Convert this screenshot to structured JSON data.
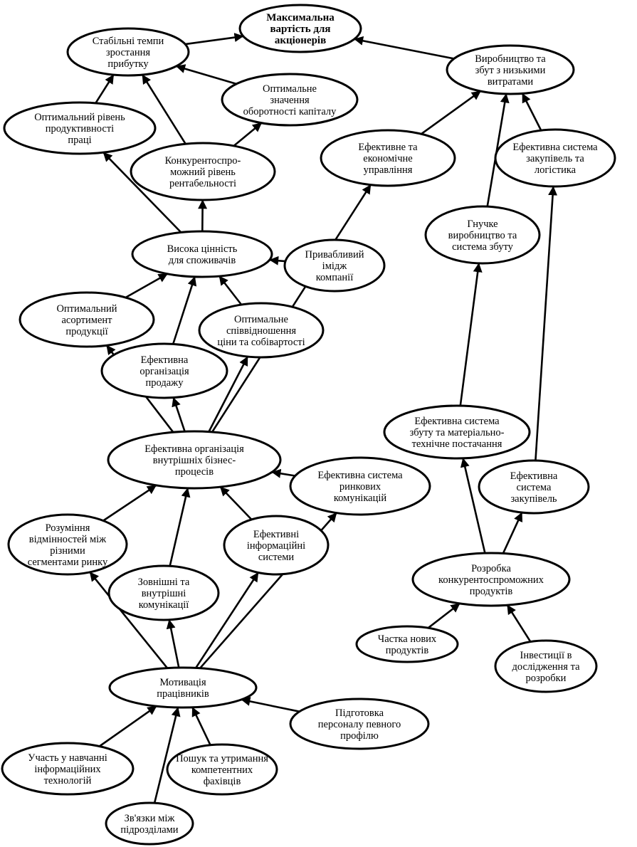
{
  "diagram": {
    "nodes": [
      {
        "id": "max-value",
        "lines": [
          "Максимальна",
          "вартість для",
          "акціонерів"
        ],
        "bold": true
      },
      {
        "id": "stable-profit",
        "lines": [
          "Стабільні темпи",
          "зростання",
          "прибутку"
        ]
      },
      {
        "id": "low-cost-production",
        "lines": [
          "Виробництво та",
          "збут з низькими",
          "витратами"
        ]
      },
      {
        "id": "capital-turnover",
        "lines": [
          "Оптимальне",
          "значення",
          "оборотності капіталу"
        ]
      },
      {
        "id": "labor-productivity",
        "lines": [
          "Оптимальний рівень",
          "продуктивності",
          "праці"
        ]
      },
      {
        "id": "competitive-profitability",
        "lines": [
          "Конкурентоспро-",
          "можний рівень",
          "рентабельності"
        ]
      },
      {
        "id": "effective-management",
        "lines": [
          "Ефективне та",
          "економічне",
          "управління"
        ]
      },
      {
        "id": "procurement-logistics",
        "lines": [
          "Ефективна система",
          "закупівель та",
          "логістика"
        ]
      },
      {
        "id": "flexible-production",
        "lines": [
          "Гнучке",
          "виробництво та",
          "система збуту"
        ]
      },
      {
        "id": "customer-value",
        "lines": [
          "Висока цінність",
          "для споживачів"
        ]
      },
      {
        "id": "company-image",
        "lines": [
          "Привабливий",
          "імідж",
          "компанії"
        ]
      },
      {
        "id": "optimal-assortment",
        "lines": [
          "Оптимальний",
          "асортимент",
          "продукції"
        ]
      },
      {
        "id": "price-cost-ratio",
        "lines": [
          "Оптимальне",
          "співвідношення",
          "ціни та собівартості"
        ]
      },
      {
        "id": "sales-organization",
        "lines": [
          "Ефективна",
          "організація",
          "продажу"
        ]
      },
      {
        "id": "internal-processes",
        "lines": [
          "Ефективна організація",
          "внутрішніх бізнес-",
          "процесів"
        ]
      },
      {
        "id": "sales-supply-system",
        "lines": [
          "Ефективна система",
          "збуту та матеріально-",
          "технічне постачання"
        ]
      },
      {
        "id": "market-communications",
        "lines": [
          "Ефективна система",
          "ринкових",
          "комунікацій"
        ]
      },
      {
        "id": "procurement-system",
        "lines": [
          "Ефективна",
          "система",
          "закупівель"
        ]
      },
      {
        "id": "market-segments",
        "lines": [
          "Розуміння",
          "відмінностей між",
          "різними",
          "сегментами ринку"
        ]
      },
      {
        "id": "information-systems",
        "lines": [
          "Ефективні",
          "інформаційні",
          "системи"
        ]
      },
      {
        "id": "communications",
        "lines": [
          "Зовнішні та",
          "внутрішні",
          "комунікації"
        ]
      },
      {
        "id": "competitive-products",
        "lines": [
          "Розробка",
          "конкурентоспроможних",
          "продуктів"
        ]
      },
      {
        "id": "new-products-share",
        "lines": [
          "Частка нових",
          "продуктів"
        ]
      },
      {
        "id": "rd-investment",
        "lines": [
          "Інвестиції в",
          "дослідження та",
          "розробки"
        ]
      },
      {
        "id": "staff-motivation",
        "lines": [
          "Мотивація",
          "працівників"
        ]
      },
      {
        "id": "staff-training",
        "lines": [
          "Підготовка",
          "персоналу певного",
          "профілю"
        ]
      },
      {
        "id": "it-training",
        "lines": [
          "Участь у навчанні",
          "інформаційних",
          "технологій"
        ]
      },
      {
        "id": "talent-retention",
        "lines": [
          "Пошук та утримання",
          "компетентних",
          "фахівців"
        ]
      },
      {
        "id": "department-links",
        "lines": [
          "Зв'язки між",
          "підрозділами"
        ]
      }
    ],
    "edges": [
      {
        "from": "stable-profit",
        "to": "max-value"
      },
      {
        "from": "low-cost-production",
        "to": "max-value"
      },
      {
        "from": "capital-turnover",
        "to": "stable-profit"
      },
      {
        "from": "competitive-profitability",
        "to": "stable-profit"
      },
      {
        "from": "labor-productivity",
        "to": "stable-profit"
      },
      {
        "from": "competitive-profitability",
        "to": "capital-turnover"
      },
      {
        "from": "customer-value",
        "to": "labor-productivity"
      },
      {
        "from": "customer-value",
        "to": "competitive-profitability"
      },
      {
        "from": "company-image",
        "to": "customer-value"
      },
      {
        "from": "price-cost-ratio",
        "to": "customer-value"
      },
      {
        "from": "sales-organization",
        "to": "customer-value"
      },
      {
        "from": "optimal-assortment",
        "to": "customer-value"
      },
      {
        "from": "internal-processes",
        "to": "optimal-assortment"
      },
      {
        "from": "internal-processes",
        "to": "sales-organization"
      },
      {
        "from": "internal-processes",
        "to": "price-cost-ratio"
      },
      {
        "from": "internal-processes",
        "to": "effective-management"
      },
      {
        "from": "effective-management",
        "to": "low-cost-production"
      },
      {
        "from": "flexible-production",
        "to": "low-cost-production"
      },
      {
        "from": "procurement-logistics",
        "to": "low-cost-production"
      },
      {
        "from": "sales-supply-system",
        "to": "flexible-production"
      },
      {
        "from": "procurement-system",
        "to": "procurement-logistics"
      },
      {
        "from": "competitive-products",
        "to": "sales-supply-system"
      },
      {
        "from": "competitive-products",
        "to": "procurement-system"
      },
      {
        "from": "new-products-share",
        "to": "competitive-products"
      },
      {
        "from": "rd-investment",
        "to": "competitive-products"
      },
      {
        "from": "market-communications",
        "to": "internal-processes"
      },
      {
        "from": "information-systems",
        "to": "internal-processes"
      },
      {
        "from": "communications",
        "to": "internal-processes"
      },
      {
        "from": "market-segments",
        "to": "internal-processes"
      },
      {
        "from": "staff-motivation",
        "to": "market-segments"
      },
      {
        "from": "staff-motivation",
        "to": "communications"
      },
      {
        "from": "staff-motivation",
        "to": "information-systems"
      },
      {
        "from": "staff-motivation",
        "to": "market-communications"
      },
      {
        "from": "staff-training",
        "to": "staff-motivation"
      },
      {
        "from": "it-training",
        "to": "staff-motivation"
      },
      {
        "from": "talent-retention",
        "to": "staff-motivation"
      },
      {
        "from": "department-links",
        "to": "staff-motivation"
      }
    ]
  }
}
